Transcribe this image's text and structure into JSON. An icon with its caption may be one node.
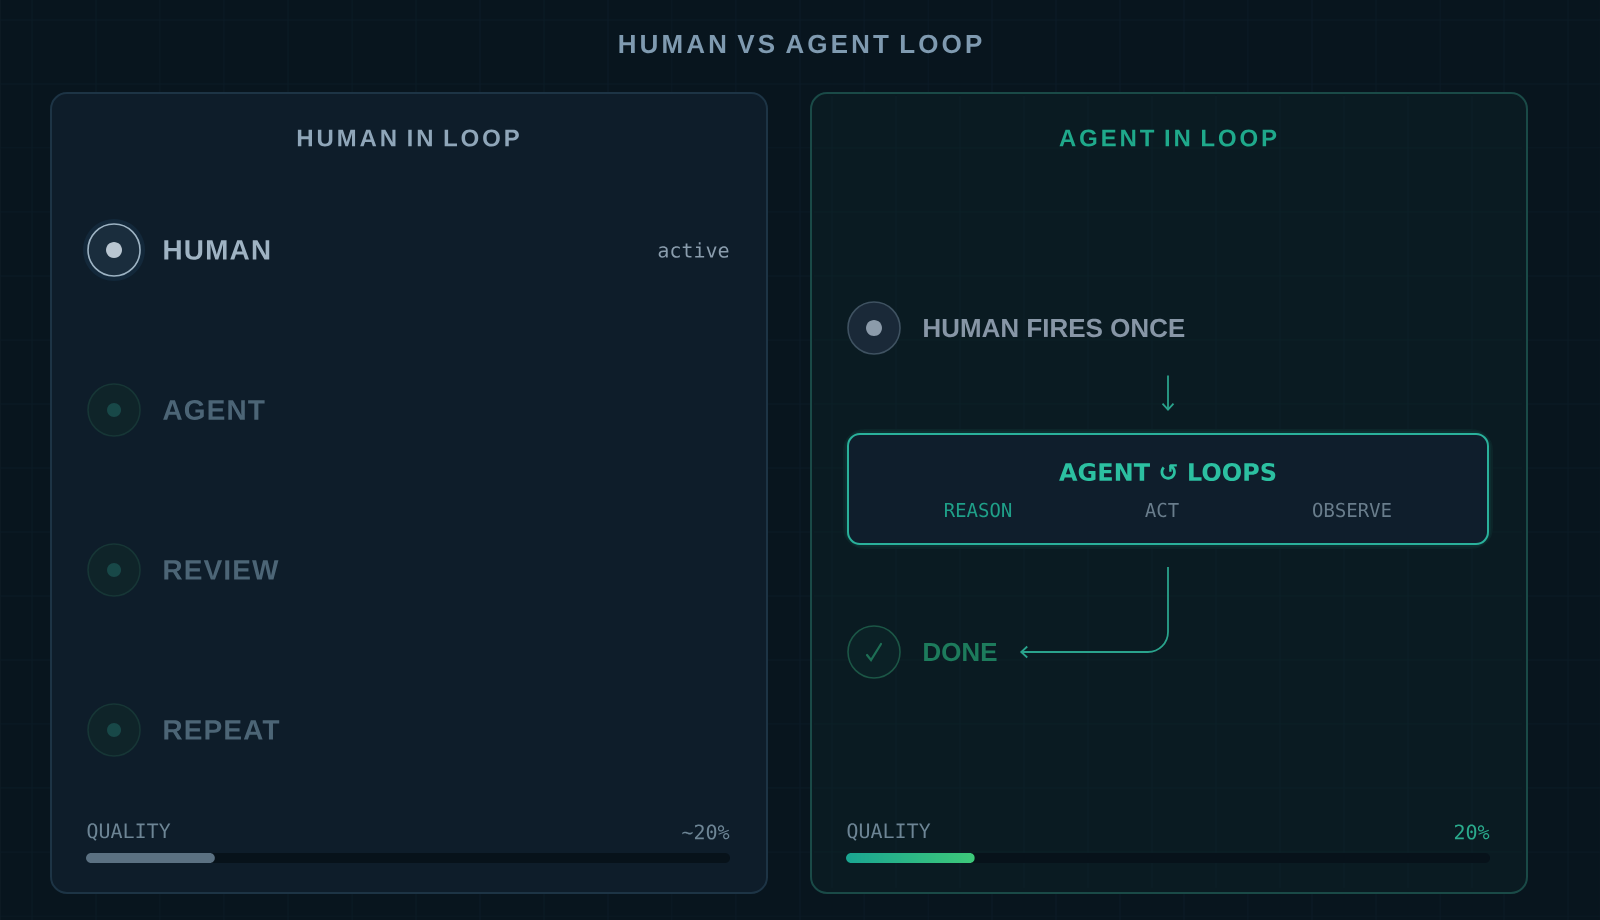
{
  "diagram": {
    "title": "HUMAN VS AGENT LOOP",
    "nodes": [
      {
        "text": [
          "HUMAN IN LOOP"
        ]
      },
      {
        "text": [
          "HUMAN"
        ],
        "in": 0
      },
      {
        "text": [
          "AGENT"
        ],
        "in": 0
      },
      {
        "text": [
          "REVIEW"
        ],
        "in": 0
      },
      {
        "text": [
          "REPEAT"
        ],
        "in": 0
      },
      {
        "text": [
          "AGENT IN LOOP"
        ]
      },
      {
        "text": [
          "HUMAN FIRES ONCE"
        ],
        "in": 5
      },
      {
        "text": [
          "AGENT ↺ LOOPS",
          "REASON",
          "ACT",
          "OBSERVE"
        ],
        "in": 5
      },
      {
        "text": [
          "DONE"
        ],
        "in": 5
      }
    ],
    "edges": [
      {
        "from": 6,
        "to": 7,
        "arrow": "to"
      },
      {
        "from": 7,
        "to": 8,
        "arrow": "to"
      }
    ],
    "labels": [
      "active",
      "QUALITY",
      "~20%",
      "QUALITY",
      "20%"
    ]
  }
}
